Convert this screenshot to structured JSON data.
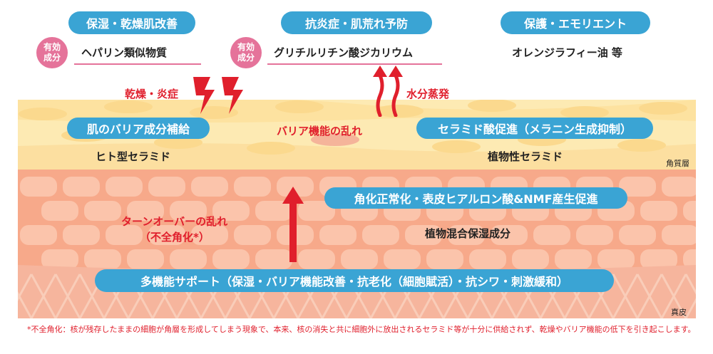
{
  "top": {
    "col1": {
      "heading": "保湿・乾燥肌改善",
      "badge_line1": "有効",
      "badge_line2": "成分",
      "ingredient": "ヘパリン類似物質"
    },
    "col2": {
      "heading": "抗炎症・肌荒れ予防",
      "badge_line1": "有効",
      "badge_line2": "成分",
      "ingredient": "グリチルリチン酸ジカリウム"
    },
    "col3": {
      "heading": "保護・エモリエント",
      "ingredient": "オレンジラフィー油 等"
    }
  },
  "problems": {
    "dryness": "乾燥・炎症",
    "evaporation": "水分蒸発",
    "barrier": "バリア機能の乱れ",
    "turnover_line1": "ターンオーバーの乱れ",
    "turnover_line2": "（不全角化*）"
  },
  "stratum": {
    "left_pill": "肌のバリア成分補給",
    "left_text": "ヒト型セラミド",
    "right_pill": "セラミド酸促進（メラニン生成抑制）",
    "right_text": "植物性セラミド",
    "layer_label": "角質層"
  },
  "epidermis": {
    "pill": "角化正常化・表皮ヒアルロン酸&NMF産生促進",
    "text": "植物混合保湿成分"
  },
  "bottom_pill": "多機能サポート（保湿・バリア機能改善・抗老化（細胞賦活）・抗シワ・刺激緩和）",
  "dermis_label": "真皮",
  "footnote": "*不全角化：核が残存したままの細胞が角層を形成してしまう現象で、本来、核の消失と共に細胞外に放出されるセラミド等が十分に供給されず、乾燥やバリア機能の低下を引き起こします。",
  "colors": {
    "pill_blue": "#3aa4d4",
    "badge_pink": "#e5739a",
    "alert_red": "#e01f2c",
    "stratum_yellow": "#fdeab3",
    "epidermis_salmon": "#f7a98a",
    "dermis_salmon": "#f6b59d"
  },
  "icons": [
    "lightning-icon",
    "steam-arrow-icon",
    "up-arrow-icon"
  ]
}
